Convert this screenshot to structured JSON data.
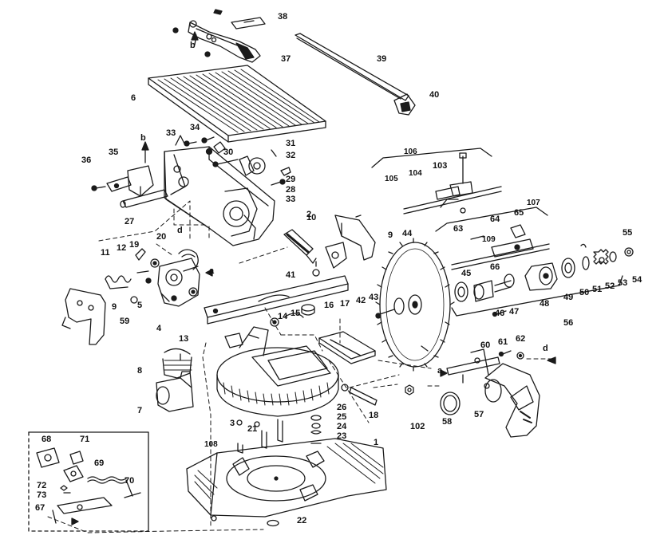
{
  "colors": {
    "ink": "#1a1a1a",
    "paper": "#ffffff"
  },
  "callouts": {
    "n1": "1",
    "n2": "2",
    "n3": "3",
    "n4": "4",
    "n5": "5",
    "n6": "6",
    "n7": "7",
    "n8": "8",
    "n9a": "9",
    "n9b": "9",
    "n10": "10",
    "n11": "11",
    "n12": "12",
    "n13": "13",
    "n14": "14",
    "n15": "15",
    "n16": "16",
    "n17": "17",
    "n18": "18",
    "n19": "19",
    "n20": "20",
    "n21": "21",
    "n22": "22",
    "n23": "23",
    "n24": "24",
    "n25": "25",
    "n26": "26",
    "n27": "27",
    "n28": "28",
    "n29": "29",
    "n30": "30",
    "n31": "31",
    "n32": "32",
    "n33a": "33",
    "n33b": "33",
    "n34": "34",
    "n35": "35",
    "n36": "36",
    "n37": "37",
    "n38": "38",
    "n39": "39",
    "n40": "40",
    "n41": "41",
    "n42": "42",
    "n43": "43",
    "n44": "44",
    "n45": "45",
    "n46": "46",
    "n47": "47",
    "n48": "48",
    "n49": "49",
    "n50": "50",
    "n51": "51",
    "n52": "52",
    "n53": "53",
    "n54": "54",
    "n55": "55",
    "n56": "56",
    "n57": "57",
    "n58": "58",
    "n59": "59",
    "n60": "60",
    "n61": "61",
    "n62": "62",
    "n63": "63",
    "n64": "64",
    "n65": "65",
    "n66": "66",
    "n67": "67",
    "n68": "68",
    "n69": "69",
    "n70": "70",
    "n71": "71",
    "n72": "72",
    "n73": "73",
    "n102": "102",
    "n103": "103",
    "n104": "104",
    "n105": "105",
    "n106": "106",
    "n107": "107",
    "n108": "108",
    "n109": "109",
    "la1": "a",
    "la2": "a",
    "lb1": "b",
    "lb2": "b",
    "ld1": "d",
    "ld2": "d"
  }
}
